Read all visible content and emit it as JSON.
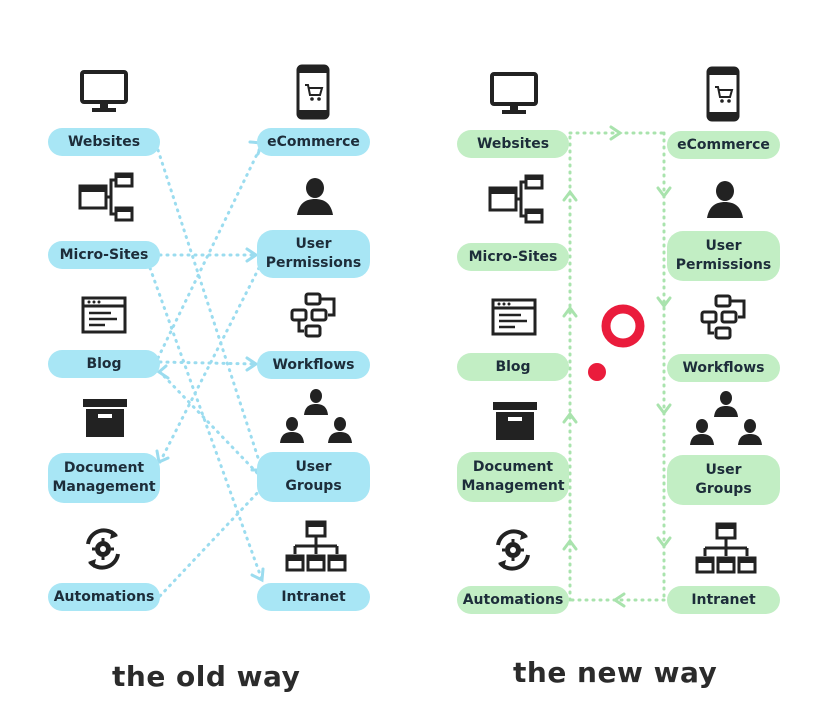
{
  "old_way": {
    "caption": "the old way",
    "left": [
      "Websites",
      "Micro-Sites",
      "Blog",
      "Document\nManagement",
      "Automations"
    ],
    "right": [
      "eCommerce",
      "User\nPermissions",
      "Workflows",
      "User\nGroups",
      "Intranet"
    ],
    "color": "#a8e6f5"
  },
  "new_way": {
    "caption": "the new way",
    "left": [
      "Websites",
      "Micro-Sites",
      "Blog",
      "Document\nManagement",
      "Automations"
    ],
    "right": [
      "eCommerce",
      "User\nPermissions",
      "Workflows",
      "User\nGroups",
      "Intranet"
    ],
    "color": "#c2eec4"
  },
  "icons_left": [
    "monitor-icon",
    "sitemap-icon",
    "browser-window-icon",
    "archive-box-icon",
    "gear-refresh-icon"
  ],
  "icons_right": [
    "mobile-cart-icon",
    "user-icon",
    "workflow-icon",
    "user-group-icon",
    "org-chart-icon"
  ],
  "colors": {
    "connector_blue": "#9bdcef",
    "connector_green": "#a9e3ad",
    "logo_red": "#ea1c3c",
    "icon": "#222222"
  }
}
